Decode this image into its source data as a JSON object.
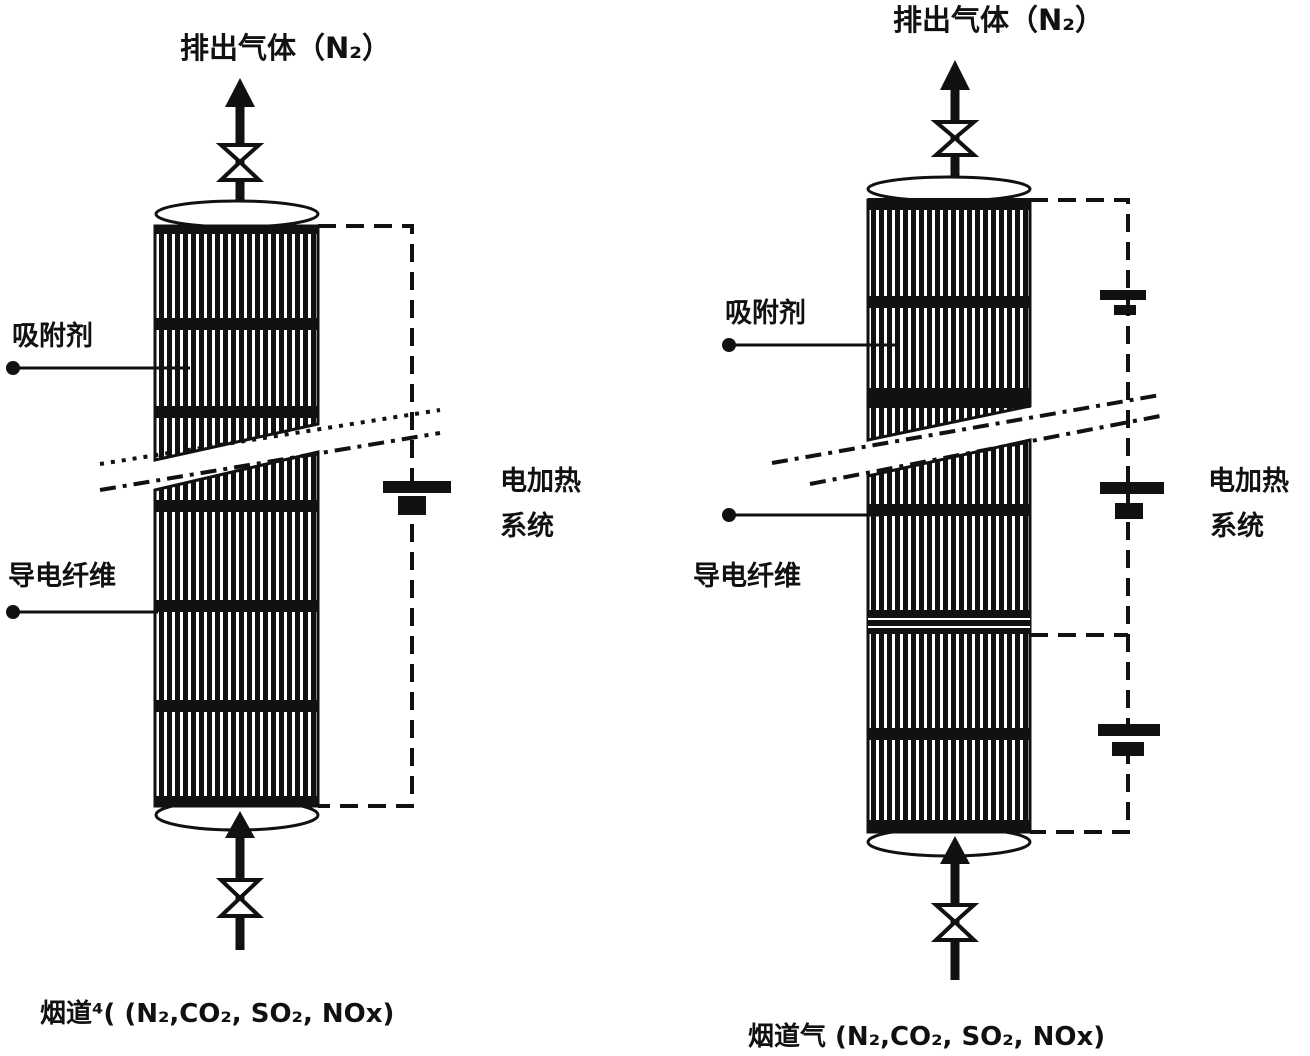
{
  "left_column": {
    "outlet_label": "排出气体（N₂）",
    "adsorbent_label": "吸附剂",
    "conductive_fiber_label": "导电纤维",
    "heating_label_line1": "电加热",
    "heating_label_line2": "系统",
    "inlet_label": "烟道⁴(  (N₂,CO₂, SO₂, NOx)"
  },
  "right_column": {
    "outlet_label": "排出气体（N₂）",
    "adsorbent_label": "吸附剂",
    "conductive_fiber_label": "导电纤维",
    "heating_label_line1": "电加热",
    "heating_label_line2": "系统",
    "inlet_label": "烟道气 (N₂,CO₂, SO₂, NOx)"
  }
}
